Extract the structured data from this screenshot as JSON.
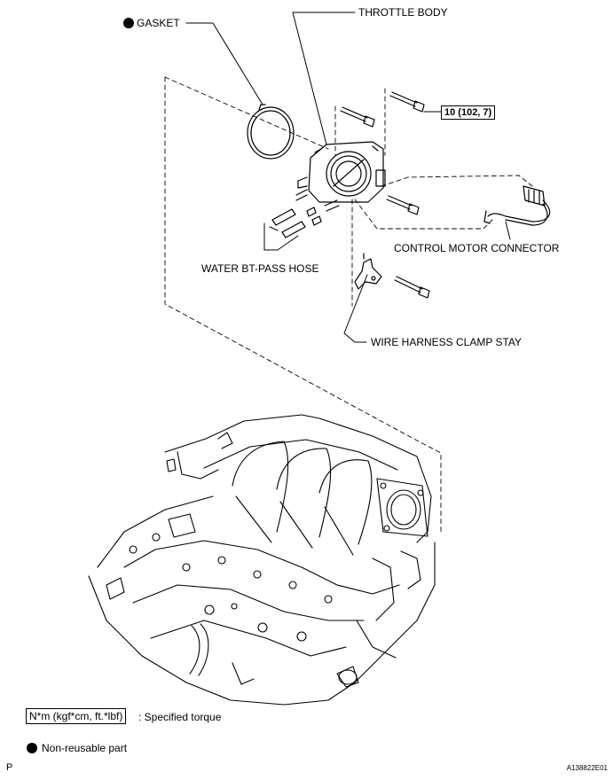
{
  "labels": {
    "gasket": "GASKET",
    "throttle_body": "THROTTLE BODY",
    "torque": "10 (102, 7)",
    "control_motor_connector": "CONTROL MOTOR CONNECTOR",
    "water_bypass_hose": "WATER BT-PASS HOSE",
    "wire_harness_clamp_stay": "WIRE HARNESS CLAMP STAY"
  },
  "legend": {
    "torque_unit": "N*m (kgf*cm, ft.*lbf)",
    "torque_desc": ": Specified torque",
    "nonreusable_desc": "Non-reusable part"
  },
  "footer": {
    "left_mark": "P",
    "code": "A138822E01"
  },
  "icons": {
    "nonreusable": "filled-circle-icon"
  }
}
